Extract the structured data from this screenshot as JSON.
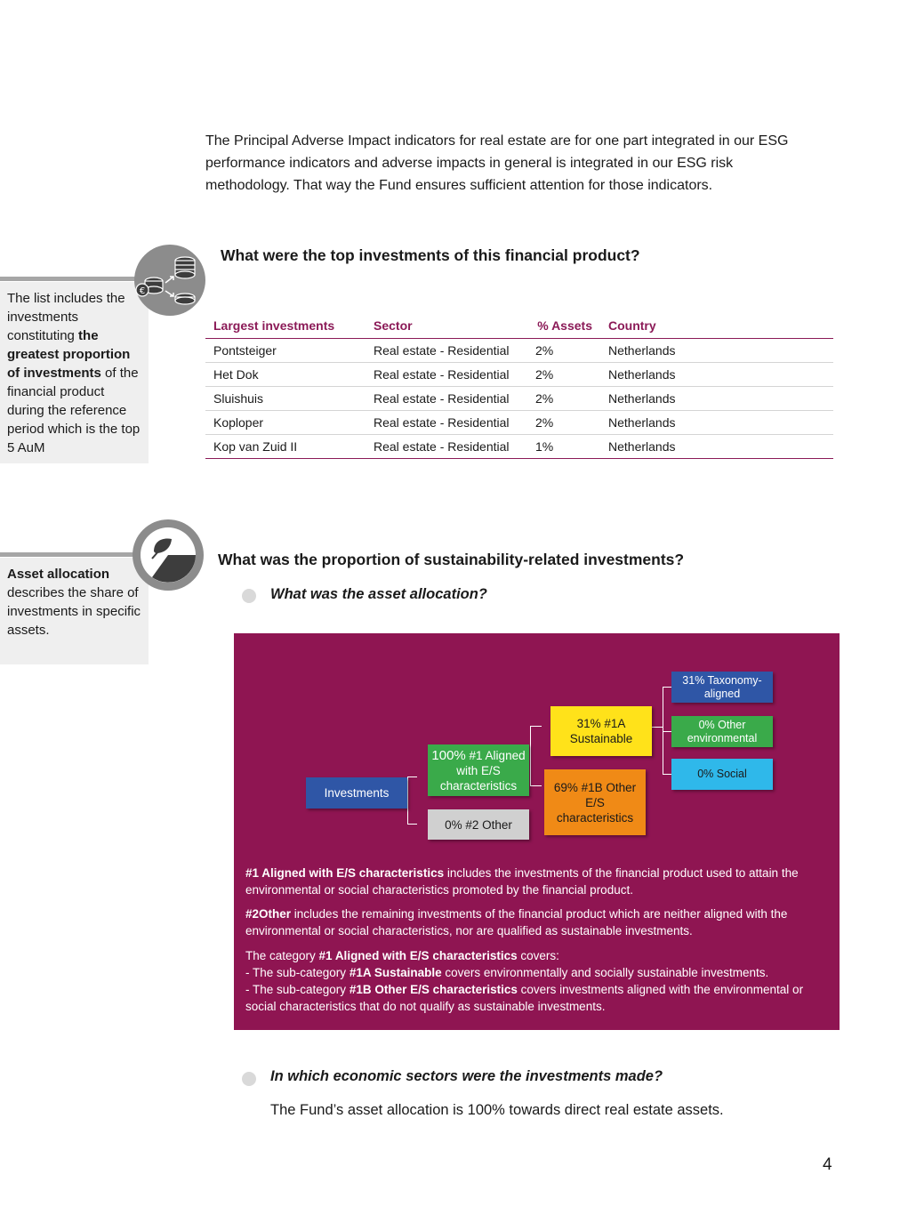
{
  "intro": {
    "text": "The Principal Adverse Impact indicators for real estate are for one part integrated in our ESG performance indicators and adverse impacts in general is integrated in our ESG risk methodology. That way the Fund ensures sufficient attention for those indicators."
  },
  "top_investments": {
    "question": "What were the top investments of this financial product?",
    "sidebar": {
      "t1": "The list includes the investments constituting ",
      "b1": "the greatest proportion of investments",
      "t2": " of the financial product during the reference period which is the top 5 AuM"
    },
    "icon": "coins-exchange-icon",
    "headers": [
      "Largest investments",
      "Sector",
      "% Assets",
      "Country"
    ],
    "rows": [
      [
        "Pontsteiger",
        "Real estate - Residential",
        "2%",
        "Netherlands"
      ],
      [
        "Het Dok",
        "Real estate - Residential",
        "2%",
        "Netherlands"
      ],
      [
        "Sluishuis",
        "Real estate - Residential",
        "2%",
        "Netherlands"
      ],
      [
        "Koploper",
        "Real estate - Residential",
        "2%",
        "Netherlands"
      ],
      [
        "Kop van Zuid II",
        "Real estate - Residential",
        "1%",
        "Netherlands"
      ]
    ]
  },
  "sustainability": {
    "question": "What was the proportion of sustainability-related investments?",
    "sub_question": "What was the asset allocation?",
    "icon": "leaf-pie-icon",
    "sidebar": {
      "b1": "Asset allocation",
      "t1": " describes the share of investments in specific assets."
    }
  },
  "allocation": {
    "nodes": {
      "investments": "Investments",
      "aligned_pct": "100%",
      "aligned_label": " #1 Aligned with E/S characteristics",
      "other": "0% #2 Other",
      "sustainable": "31% #1A Sustainable",
      "other_es": "69% #1B Other E/S characteristics",
      "taxonomy": "31% Taxonomy-aligned",
      "other_env": "0% Other environmental",
      "social": "0% Social"
    },
    "notes": {
      "p1_b": "#1 Aligned with E/S characteristics",
      "p1_t": " includes the investments of the financial product used to attain the environmental or social characteristics promoted by the financial product.",
      "p2_b": "#2Other",
      "p2_t": " includes the remaining investments of the financial product which are neither aligned with the environmental or social characteristics, nor are qualified as sustainable investments.",
      "p3_t1": "The category ",
      "p3_b1": "#1 Aligned with E/S characteristics",
      "p3_t2": " covers:",
      "p3_t3": "- The sub-category ",
      "p3_b2": "#1A Sustainable",
      "p3_t4": " covers environmentally and socially sustainable investments.",
      "p3_t5": "- The sub-category ",
      "p3_b3": "#1B Other E/S characteristics",
      "p3_t6": " covers investments aligned with the environmental or social characteristics that do not qualify as sustainable investments."
    },
    "colors": {
      "background": "#8f1552",
      "investments": "#2f56a6",
      "aligned": "#3aaa4a",
      "other": "#d0d0d0",
      "sustainable": "#ffe21a",
      "other_es": "#f08a16",
      "taxonomy": "#2f56a6",
      "other_env": "#3aaa4a",
      "social": "#2fb8ea"
    }
  },
  "sectors": {
    "question": "In which economic sectors were the investments made?",
    "answer": "The Fund’s asset allocation is 100% towards direct real estate assets."
  },
  "page_number": "4"
}
